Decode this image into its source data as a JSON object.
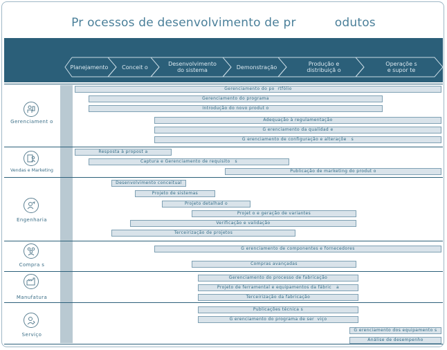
{
  "title": "Pr ocessos de desenvolvimento de pr          odutos",
  "phases": [
    {
      "label": "Planejamento"
    },
    {
      "label": "Conceit o"
    },
    {
      "label": "Desenvolvimento\ndo sistema"
    },
    {
      "label": "Demonstração"
    },
    {
      "label": "Produção e\ndistribuiçã o"
    },
    {
      "label": "Operaçõe s\ne supor te"
    }
  ],
  "sections": [
    {
      "name": "Gerenciament o",
      "icon": "people-chart-icon",
      "bars": [
        {
          "label": "Gerenciamento do po  rtfólio"
        },
        {
          "label": "Gerenciamento do programa"
        },
        {
          "label": "Introdução do novo produt o"
        },
        {
          "label": "Adequação à regulamentação"
        },
        {
          "label": "G erenciamento da qualidad e"
        },
        {
          "label": "G erenciamento de configuração e alteraçõe   s"
        }
      ]
    },
    {
      "name": "Vendas e Marketing",
      "icon": "document-person-icon",
      "bars": [
        {
          "label": "Resposta à propost a"
        },
        {
          "label": "Captura e Gerenciamento de requisito   s"
        },
        {
          "label": "Publicação de marketing do produt o"
        }
      ]
    },
    {
      "name": "Engenharia",
      "icon": "engineer-icon",
      "bars": [
        {
          "label": "Desenvolvimento conceitual"
        },
        {
          "label": "Projeto de sistemas"
        },
        {
          "label": "Projeto detalhad o"
        },
        {
          "label": "Projet o e geração de variantes"
        },
        {
          "label": "Verificação e validação"
        },
        {
          "label": "Terceirização de projetos"
        }
      ]
    },
    {
      "name": "Compra s",
      "icon": "group-icon",
      "bars": [
        {
          "label": "G erenciamento de componentes e fornecedores"
        },
        {
          "label": "Compras avançadas"
        }
      ]
    },
    {
      "name": "Manufatura",
      "icon": "factory-icon",
      "bars": [
        {
          "label": "Gerenciamento do processo de fabricação"
        },
        {
          "label": "Projeto de ferramental e equipamentos da fábric   a"
        },
        {
          "label": "Terceirização da fabricação"
        }
      ]
    },
    {
      "name": "Serviço",
      "icon": "service-person-icon",
      "bars": [
        {
          "label": "Publicações técnica s"
        },
        {
          "label": "G erenciamento do programa de ser  viço"
        },
        {
          "label": "G erenciamento dos equipamento s"
        },
        {
          "label": "Análise de desempenho"
        }
      ]
    }
  ]
}
